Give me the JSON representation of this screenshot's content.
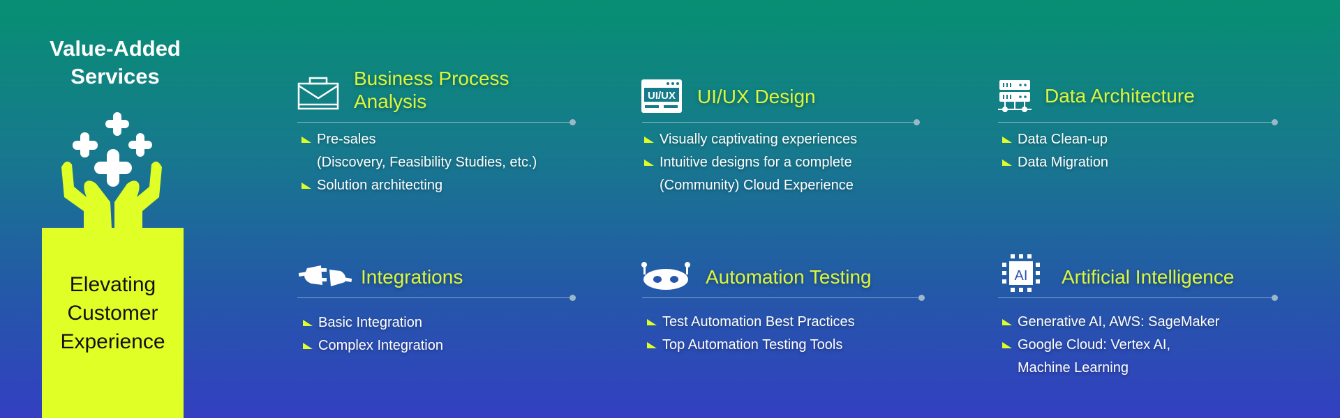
{
  "left": {
    "title_line1": "Value-Added",
    "title_line2": "Services",
    "box_line1": "Elevating",
    "box_line2": "Customer",
    "box_line3": "Experience",
    "icon": "hands-plus-icon"
  },
  "colors": {
    "accent": "#e0ff26",
    "title": "#dbf73a",
    "gradient_top": "#078f73",
    "gradient_bottom": "#333fc2"
  },
  "services": [
    {
      "icon": "briefcase-icon",
      "title_line1": "Business Process",
      "title_line2": "Analysis",
      "bullets": [
        "Pre-sales",
        "Solution architecting"
      ],
      "bullet0_sub": "(Discovery, Feasibility Studies, etc.)"
    },
    {
      "icon": "ui-ux-window-icon",
      "title": "UI/UX Design",
      "icon_text": "UI/UX",
      "bullets": [
        "Visually captivating experiences",
        "Intuitive designs for a complete"
      ],
      "bullet1_sub": "(Community) Cloud Experience"
    },
    {
      "icon": "server-network-icon",
      "title": "Data Architecture",
      "bullets": [
        "Data Clean-up",
        "Data Migration"
      ]
    },
    {
      "icon": "plug-icon",
      "title": "Integrations",
      "bullets": [
        "Basic Integration",
        "Complex Integration"
      ]
    },
    {
      "icon": "robot-icon",
      "title": "Automation Testing",
      "bullets": [
        "Test Automation Best Practices",
        "Top Automation Testing Tools"
      ]
    },
    {
      "icon": "ai-chip-icon",
      "title": "Artificial Intelligence",
      "icon_text": "AI",
      "bullets": [
        "Generative AI, AWS: SageMaker",
        "Google Cloud: Vertex AI,"
      ],
      "bullet1_sub": "Machine Learning"
    }
  ]
}
